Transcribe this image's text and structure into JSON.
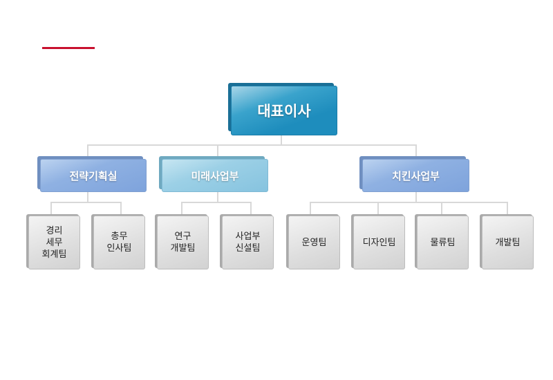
{
  "accent_color": "#c8102e",
  "ceo": "대표이사",
  "departments": [
    {
      "name": "전략기획실",
      "teams": [
        "경리\n세무\n회계팀",
        "총무\n인사팀"
      ]
    },
    {
      "name": "미래사업부",
      "teams": [
        "연구\n개발팀",
        "사업부\n신설팀"
      ]
    },
    {
      "name": "치킨사업부",
      "teams": [
        "운영팀",
        "디자인팀",
        "물류팀",
        "개발팀"
      ]
    }
  ]
}
